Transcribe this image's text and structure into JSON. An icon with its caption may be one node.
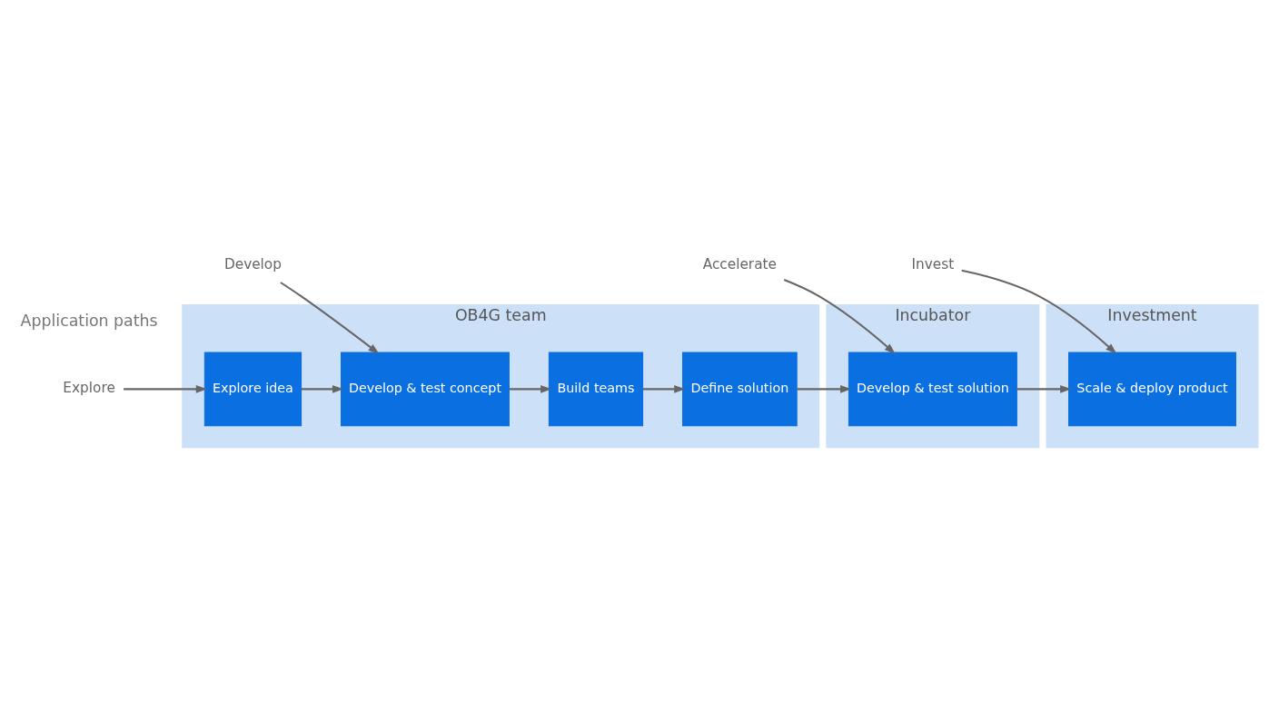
{
  "diagram": {
    "nodes": [
      {
        "text": [
          "OB4G team"
        ]
      },
      {
        "text": [
          "Explore idea"
        ],
        "in": 0
      },
      {
        "text": [
          "Develop & test concept"
        ],
        "in": 0
      },
      {
        "text": [
          "Build teams"
        ],
        "in": 0
      },
      {
        "text": [
          "Define solution"
        ],
        "in": 0
      },
      {
        "text": [
          "Incubator"
        ]
      },
      {
        "text": [
          "Develop & test solution"
        ],
        "in": 5
      },
      {
        "text": [
          "Investment"
        ]
      },
      {
        "text": [
          "Scale & deploy product"
        ],
        "in": 7
      },
      {
        "text": [
          "Explore"
        ]
      },
      {
        "text": [
          "Develop"
        ]
      },
      {
        "text": [
          "Accelerate"
        ]
      },
      {
        "text": [
          "Invest"
        ]
      }
    ],
    "edges": [
      {
        "from": 9,
        "to": 1,
        "arrow": "to"
      },
      {
        "from": 1,
        "to": 2,
        "arrow": "to"
      },
      {
        "from": 10,
        "to": 2,
        "arrow": "to"
      },
      {
        "from": 2,
        "to": 3,
        "arrow": "to"
      },
      {
        "from": 3,
        "to": 4,
        "arrow": "to"
      },
      {
        "from": 4,
        "to": 6,
        "arrow": "to"
      },
      {
        "from": 11,
        "to": 6,
        "arrow": "to"
      },
      {
        "from": 6,
        "to": 8,
        "arrow": "to"
      },
      {
        "from": 12,
        "to": 8,
        "arrow": "to"
      }
    ],
    "labels": [
      "Application paths"
    ]
  }
}
